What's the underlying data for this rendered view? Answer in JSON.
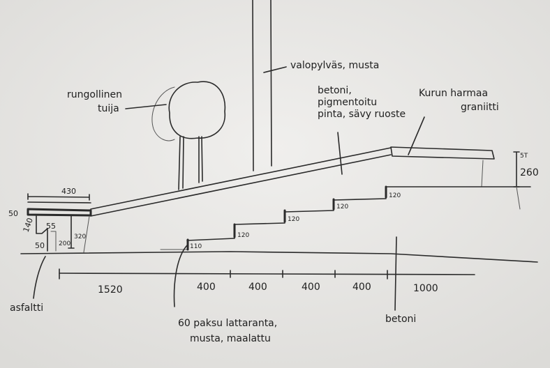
{
  "labels": {
    "tree": [
      "rungollinen",
      "tuija"
    ],
    "pole": "valopylväs, musta",
    "ramp_material": [
      "betoni,",
      "pigmentoitu",
      "pinta, sävy ruoste"
    ],
    "granite": [
      "Kurun harmaa",
      "graniitti"
    ],
    "asphalt": "asfaltti",
    "edge": [
      "60 paksu lattaranta,",
      "musta, maalattu"
    ],
    "concrete": "betoni"
  },
  "dimensions": {
    "bench_width": "430",
    "bench_thickness": "50",
    "bench_leg": "140",
    "bench_notch_top": "55",
    "bench_notch_bottom": "50",
    "bench_inner_height": "200",
    "bench_height": "320",
    "step_heights": [
      "110",
      "120",
      "120",
      "120",
      "120"
    ],
    "granite_thickness": "5T",
    "granite_height": "260",
    "horizontal": [
      "1520",
      "400",
      "400",
      "400",
      "400",
      "1000"
    ]
  }
}
